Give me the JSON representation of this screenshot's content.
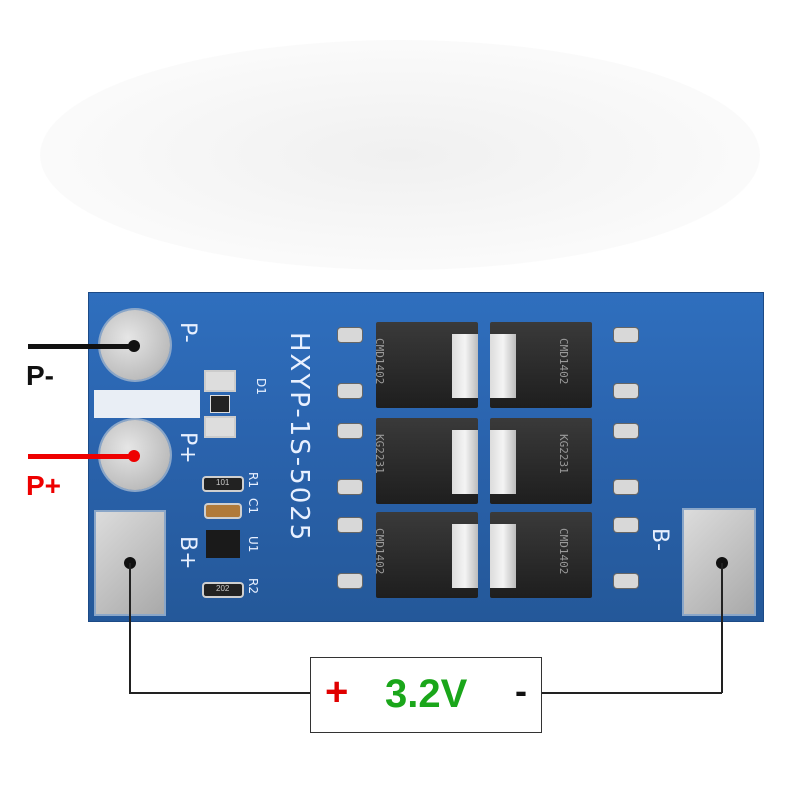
{
  "pcb": {
    "model": "HXYP-1S-5025",
    "pads": {
      "p_minus": "P-",
      "p_plus": "P+",
      "b_plus": "B+",
      "b_minus": "B-"
    },
    "components": {
      "d1": "D1",
      "r1": "R1",
      "c1": "C1",
      "u1": "U1",
      "r2": "R2",
      "r1_code": "101",
      "r2_code": "202"
    },
    "mosfet_marking": {
      "line1": "CMD1402",
      "line2": "KG2231"
    }
  },
  "wires": {
    "p_minus_label": "P-",
    "p_plus_label": "P+"
  },
  "battery": {
    "plus": "+",
    "voltage": "3.2V",
    "minus": "-"
  },
  "colors": {
    "board": "#2a63ad",
    "voltage_text": "#1aa61a",
    "plus_sign": "#e00000",
    "p_plus_wire": "#e00000"
  }
}
